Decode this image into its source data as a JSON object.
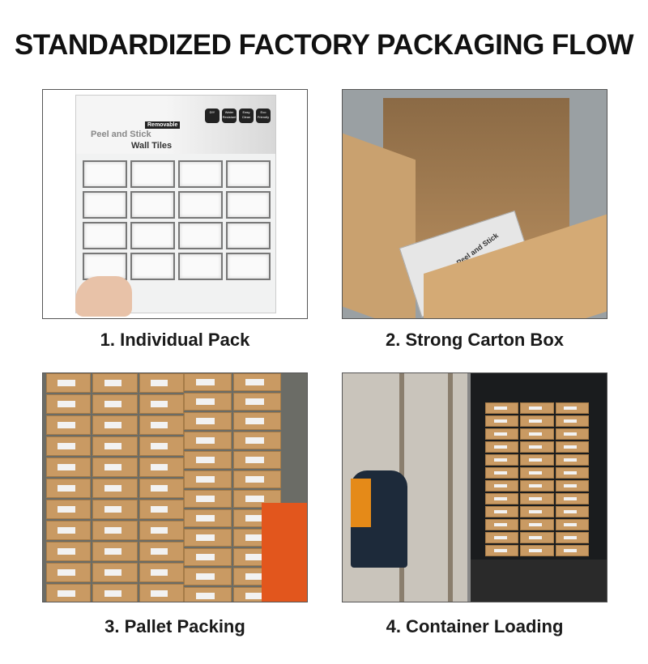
{
  "title": "STANDARDIZED FACTORY PACKAGING FLOW",
  "steps": [
    {
      "caption": "1. Individual Pack"
    },
    {
      "caption": "2. Strong Carton Box"
    },
    {
      "caption": "3. Pallet Packing"
    },
    {
      "caption": "4. Container Loading"
    }
  ],
  "package": {
    "badge": "Removable",
    "line1": "Peel and Stick",
    "line2": "Wall Tiles",
    "features": [
      "DIY",
      "Water Resistant",
      "Easy Clean",
      "Eco Friendly"
    ]
  }
}
